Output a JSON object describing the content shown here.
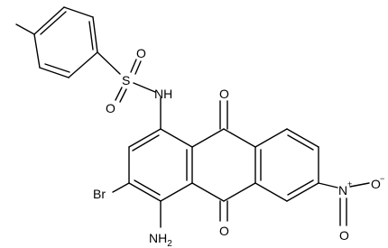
{
  "molecule": {
    "atoms": {
      "s": "S",
      "o_s1": "O",
      "o_s2": "O",
      "nh": "NH",
      "o_top": "O",
      "o_bot": "O",
      "br": "Br",
      "nh2": "NH",
      "nh2_sub": "2",
      "n_nitro": "N",
      "n_plus": "+",
      "o_nitro_dbl": "O",
      "o_nitro_neg": "O",
      "o_minus": "−"
    }
  }
}
